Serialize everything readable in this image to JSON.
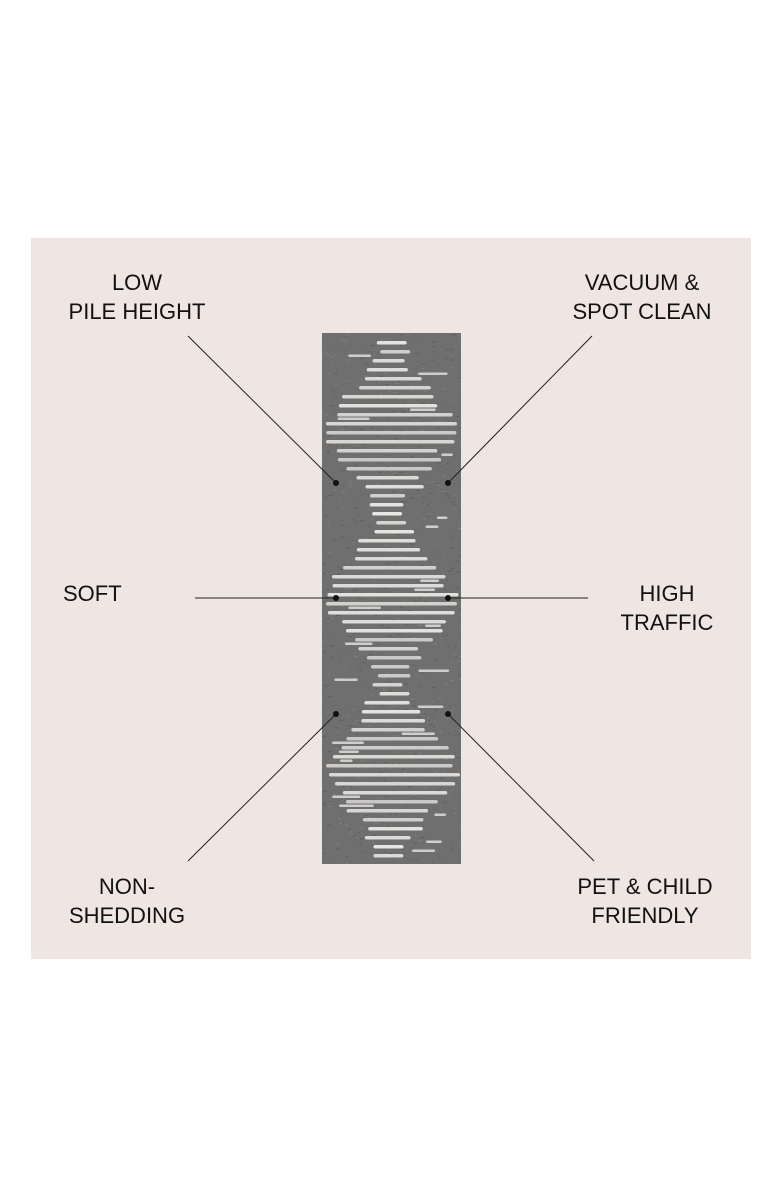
{
  "colors": {
    "panel": "#efe5e2",
    "rug_base": "#6f6f6f",
    "rug_stripe": "#e8e6e3",
    "leader": "#222222"
  },
  "features": {
    "low_pile": [
      "LOW",
      "PILE HEIGHT"
    ],
    "vacuum": [
      "VACUUM &",
      "SPOT CLEAN"
    ],
    "soft": [
      "SOFT"
    ],
    "high_traffic": [
      "HIGH",
      "TRAFFIC"
    ],
    "non_shedding": [
      "NON-",
      "SHEDDING"
    ],
    "pet_child": [
      "PET & CHILD",
      "FRIENDLY"
    ]
  }
}
